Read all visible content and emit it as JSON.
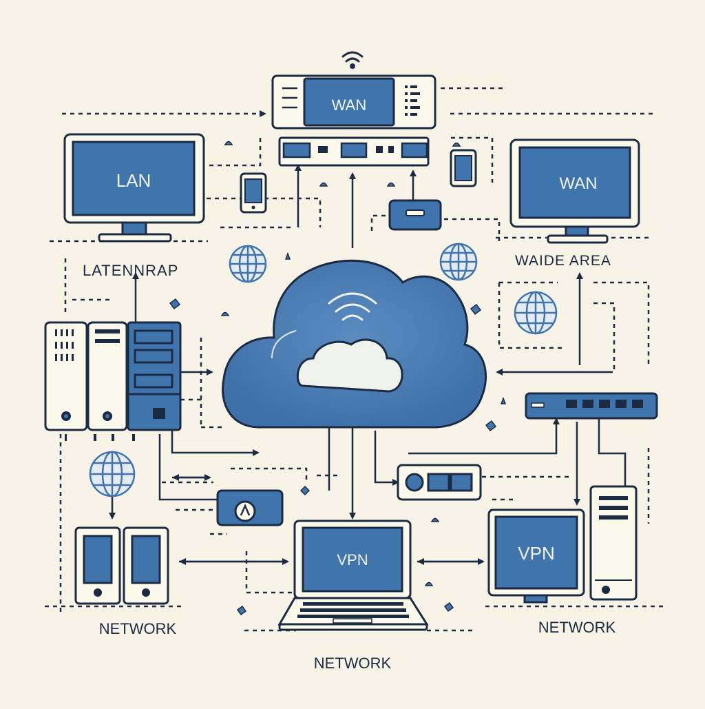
{
  "colors": {
    "background": "#f7f3e6",
    "outline": "#1c2b42",
    "blue": "#3f74ad",
    "light": "#fbf8ec",
    "cloud_inner": "#eef1ec"
  },
  "labels": {
    "wan_router": "WAN",
    "monitor_lan": "LAN",
    "monitor_wan": "WAN",
    "caption_left": "LATENNRAP",
    "caption_right": "WAIDE AREA",
    "laptop_vpn": "VPN",
    "monitor_vpn": "VPN",
    "network_left": "NETWORK",
    "network_center": "NETWORK",
    "network_right": "NETWORK"
  },
  "icons": [
    "wifi-icon",
    "router-icon",
    "monitor-icon",
    "phone-icon",
    "globe-icon",
    "cloud-icon",
    "server-icon",
    "switch-icon",
    "laptop-icon",
    "lock-icon",
    "modem-icon",
    "tower-icon",
    "arrow-icon"
  ]
}
